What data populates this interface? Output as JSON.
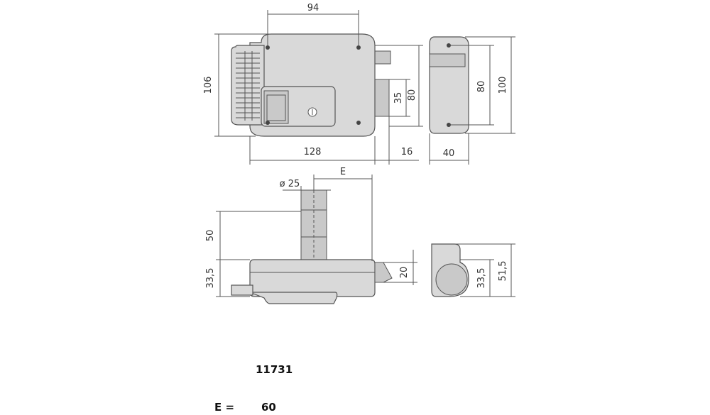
{
  "front_view": {
    "dim_top": "94",
    "dim_left": "106",
    "dim_bottom": "128",
    "dim_bolt": "16",
    "dim_keyhole": "35",
    "dim_right": "80"
  },
  "side_view": {
    "dim_inner": "80",
    "dim_outer": "100",
    "dim_bottom": "40"
  },
  "bottom_view": {
    "dim_e": "E",
    "dim_cylinder": "ø 25",
    "dim_height": "50",
    "dim_body": "33,5",
    "dim_bolt": "20"
  },
  "end_view": {
    "dim_inner": "33,5",
    "dim_outer": "51,5"
  },
  "product": {
    "code": "11731",
    "e_label": "E =",
    "e_value": "60"
  },
  "colors": {
    "body_fill": "#d9d9d9",
    "line": "#555555"
  }
}
